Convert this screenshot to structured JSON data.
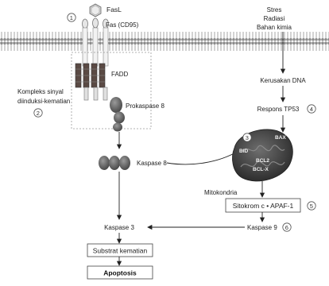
{
  "ligand": {
    "fasl": "FasL",
    "receptor": "Fas (CD95)",
    "number": "1"
  },
  "stress": {
    "line1": "Stres",
    "line2": "Radiasi",
    "line3": "Bahan kimia"
  },
  "complex": {
    "label_line1": "Kompleks sinyal",
    "label_line2": "diinduksi-kematian",
    "number": "2",
    "fadd": "FADD",
    "procaspase8": "Prokaspase 8"
  },
  "extrinsic": {
    "caspase8": "Kaspase 8",
    "caspase3": "Kaspase 3"
  },
  "intrinsic": {
    "dna_damage": "Kerusakan DNA",
    "tp53": "Respons TP53",
    "tp53_number": "4",
    "mito_number": "3",
    "bax": "BAX",
    "bid": "BID",
    "bcl2": "BCL2",
    "bclx": "BCL-X",
    "mitochondria": "Mitokondria"
  },
  "apoptosome": {
    "label": "Sitokrom c • APAF-1",
    "number": "5"
  },
  "caspase9": {
    "label": "Kaspase 9",
    "number": "6"
  },
  "outcome": {
    "substrate": "Substrat kematian",
    "apoptosis": "Apoptosis"
  }
}
